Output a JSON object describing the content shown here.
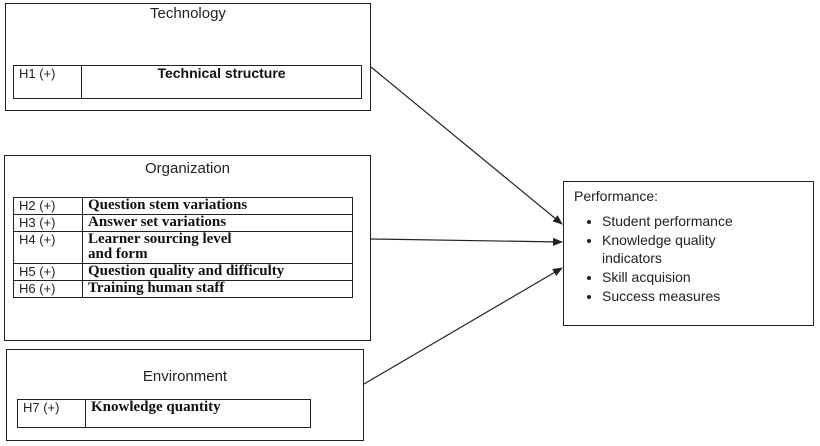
{
  "technology": {
    "title": "Technology",
    "hypotheses": [
      {
        "code": "H1 (+)",
        "label": "Technical structure"
      }
    ]
  },
  "organization": {
    "title": "Organization",
    "hypotheses": [
      {
        "code": "H2 (+)",
        "label": "Question stem variations"
      },
      {
        "code": "H3 (+)",
        "label": "Answer set variations"
      },
      {
        "code": "H4 (+)",
        "label": "Learner sourcing level and form"
      },
      {
        "code": "H5 (+)",
        "label": "Question quality and difficulty"
      },
      {
        "code": "H6 (+)",
        "label": "Training human staff"
      }
    ]
  },
  "environment": {
    "title": "Environment",
    "hypotheses": [
      {
        "code": "H7 (+)",
        "label": "Knowledge quantity"
      }
    ]
  },
  "performance": {
    "title": "Performance:",
    "items": [
      "Student performance",
      "Knowledge quality indicators",
      "Skill acquision",
      "Success measures"
    ]
  },
  "colors": {
    "line": "#222222",
    "background": "#ffffff"
  }
}
